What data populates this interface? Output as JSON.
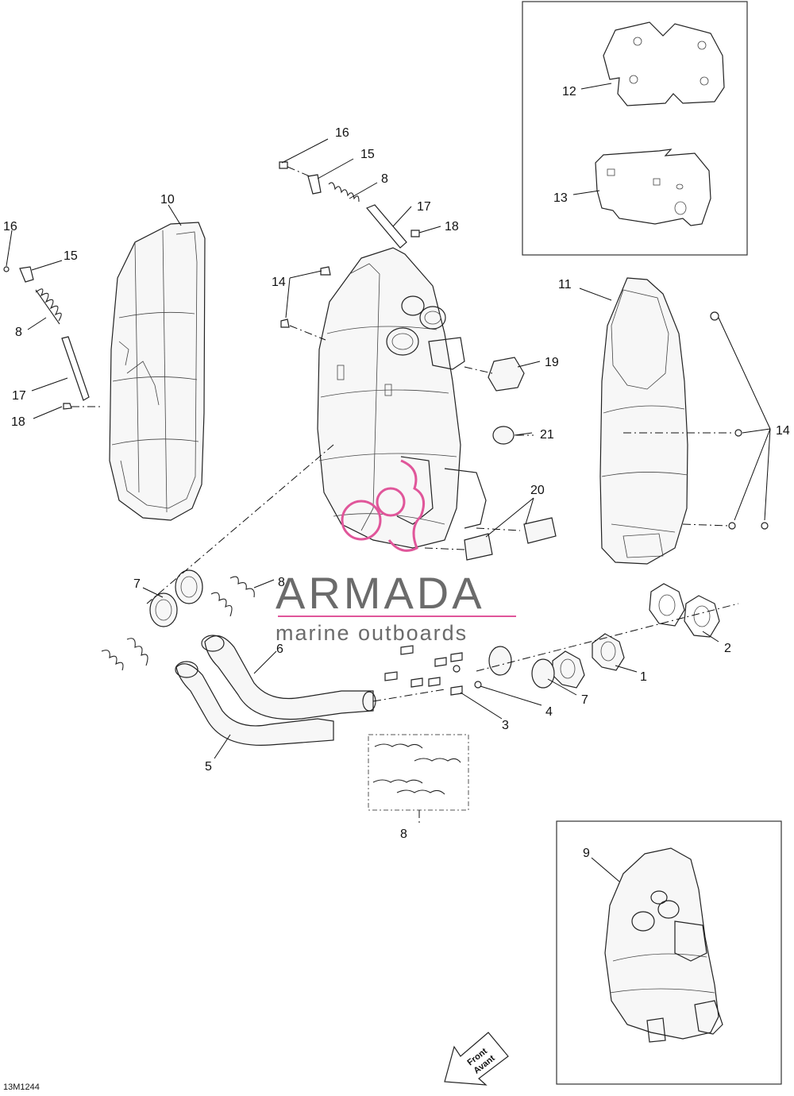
{
  "diagram_code": "13M1244",
  "front_arrow": {
    "line1": "Front",
    "line2": "Avant"
  },
  "watermark": {
    "brand": "ARMADA",
    "tagline": "marine outboards",
    "accent_color": "#e0569a",
    "text_color": "#6b6b6b"
  },
  "callouts": {
    "c1": "1",
    "c2": "2",
    "c3": "3",
    "c4": "4",
    "c5": "5",
    "c6": "6",
    "c7a": "7",
    "c7b": "7",
    "c8a": "8",
    "c8b": "8",
    "c8c": "8",
    "c8d": "8",
    "c9": "9",
    "c10": "10",
    "c11": "11",
    "c12": "12",
    "c13": "13",
    "c14a": "14",
    "c14b": "14",
    "c15a": "15",
    "c15b": "15",
    "c16a": "16",
    "c16b": "16",
    "c17a": "17",
    "c17b": "17",
    "c18a": "18",
    "c18b": "18",
    "c19": "19",
    "c20": "20",
    "c21": "21"
  }
}
